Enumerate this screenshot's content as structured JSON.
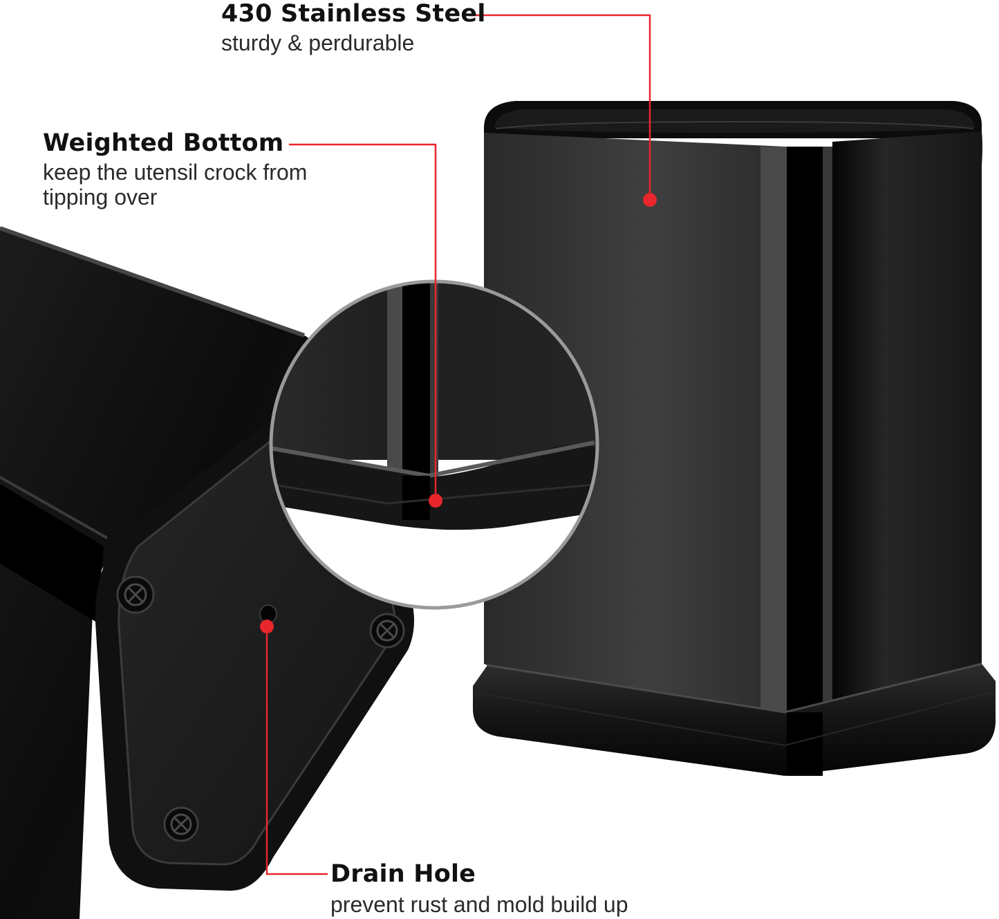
{
  "callouts": {
    "steel": {
      "title": "430 Stainless Steel",
      "description": "sturdy & perdurable"
    },
    "weighted_bottom": {
      "title": "Weighted Bottom",
      "description_line1": "keep the utensil crock from",
      "description_line2": "tipping over"
    },
    "drain_hole": {
      "title": "Drain Hole",
      "description": "prevent rust and mold build up"
    }
  },
  "colors": {
    "accent": "#e8262b",
    "text_title": "#111111",
    "text_body": "#2a2a2a",
    "product_black": "#1a1a1a"
  },
  "icons": [
    "screw-icon",
    "drain-hole-icon",
    "callout-dot-icon"
  ]
}
